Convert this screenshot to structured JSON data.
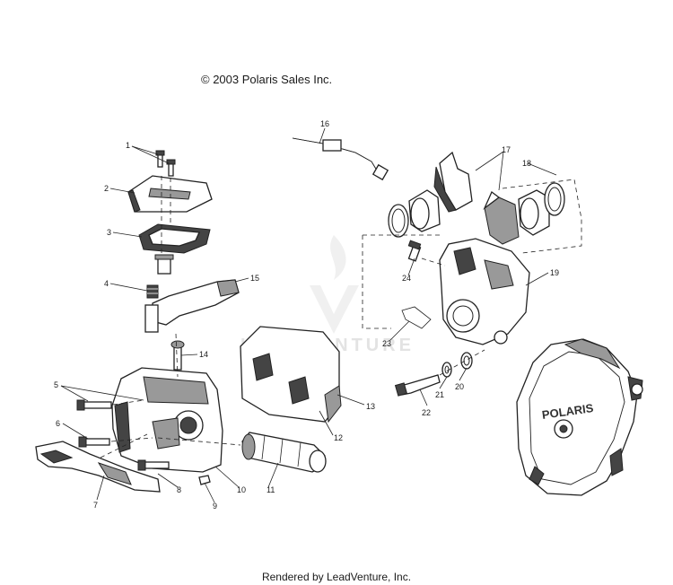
{
  "header": {
    "copyright": "© 2003 Polaris Sales Inc."
  },
  "footer": {
    "rendered_by": "Rendered by LeadVenture, Inc."
  },
  "watermark": {
    "text": "LEADVENTURE"
  },
  "cover_logo": "POLARIS",
  "callouts": [
    "1",
    "2",
    "3",
    "4",
    "5",
    "6",
    "7",
    "8",
    "9",
    "10",
    "11",
    "12",
    "13",
    "14",
    "15",
    "16",
    "17",
    "18",
    "19",
    "20",
    "21",
    "22",
    "23",
    "24"
  ]
}
